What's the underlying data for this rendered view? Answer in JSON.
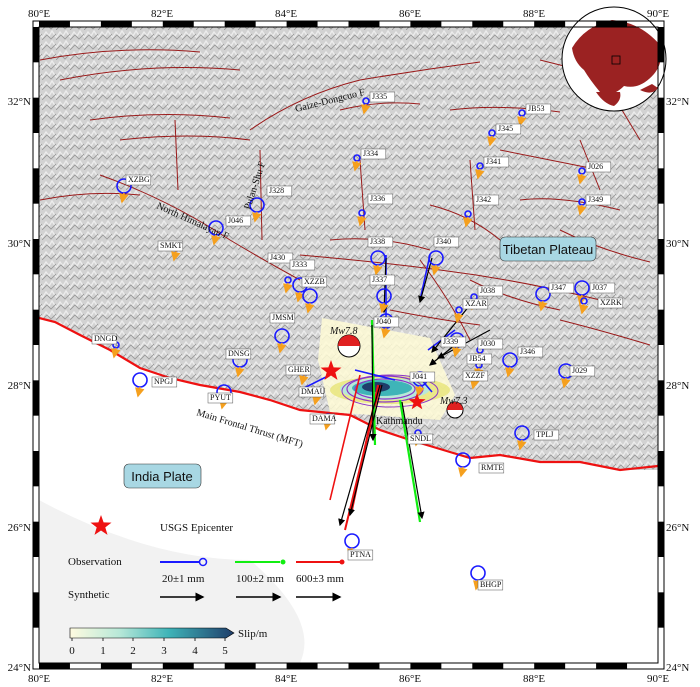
{
  "axes": {
    "lon_ticks": [
      "80°E",
      "82°E",
      "84°E",
      "86°E",
      "88°E",
      "90°E"
    ],
    "lat_ticks": [
      "32°N",
      "30°N",
      "28°N",
      "26°N",
      "24°N"
    ]
  },
  "regions": {
    "tibet": "Tibetan Plateau",
    "india": "India Plate"
  },
  "faults": {
    "gaize": "Gaize-Dongcuo F",
    "north_himalayan": "North Himalayan F",
    "pulan": "Pulan-Shu F",
    "mft": "Main Frontal Thrust (MFT)"
  },
  "places": {
    "kathmandu": "Kathmandu",
    "m78": "Mw7.8",
    "m73": "Mw7.3"
  },
  "stations": [
    {
      "id": "J335"
    },
    {
      "id": "JB53"
    },
    {
      "id": "J345"
    },
    {
      "id": "J334"
    },
    {
      "id": "J341"
    },
    {
      "id": "J026"
    },
    {
      "id": "XZBG"
    },
    {
      "id": "J328"
    },
    {
      "id": "J336"
    },
    {
      "id": "J342"
    },
    {
      "id": "J349"
    },
    {
      "id": "J046"
    },
    {
      "id": "SMKT"
    },
    {
      "id": "J338"
    },
    {
      "id": "J340"
    },
    {
      "id": "J430"
    },
    {
      "id": "J333"
    },
    {
      "id": "XZZB"
    },
    {
      "id": "J337"
    },
    {
      "id": "J347"
    },
    {
      "id": "J037"
    },
    {
      "id": "XZRK"
    },
    {
      "id": "J038"
    },
    {
      "id": "XZAR"
    },
    {
      "id": "JMSM"
    },
    {
      "id": "J040"
    },
    {
      "id": "DNGD"
    },
    {
      "id": "J339"
    },
    {
      "id": "J030"
    },
    {
      "id": "J346"
    },
    {
      "id": "JB54"
    },
    {
      "id": "XZZF"
    },
    {
      "id": "DNSG"
    },
    {
      "id": "GHER"
    },
    {
      "id": "J041"
    },
    {
      "id": "J029"
    },
    {
      "id": "NPGJ"
    },
    {
      "id": "PYUT"
    },
    {
      "id": "DMAU"
    },
    {
      "id": "DAMA"
    },
    {
      "id": "SNDL"
    },
    {
      "id": "TPLJ"
    },
    {
      "id": "RMTE"
    },
    {
      "id": "PTNA"
    },
    {
      "id": "BHGP"
    }
  ],
  "legend": {
    "epicenter": "USGS Epicenter",
    "observation": "Observation",
    "synthetic": "Synthetic",
    "scale_blue": "20±1 mm",
    "scale_green": "100±2 mm",
    "scale_red": "600±3 mm",
    "slip_label": "Slip/m",
    "slip_ticks": [
      "0",
      "1",
      "2",
      "3",
      "4",
      "5"
    ]
  },
  "colors": {
    "fault": "#9b1c1c",
    "mft": "#ee1111",
    "obs_small": "#1a1aff",
    "obs_mid": "#11ee11",
    "obs_large": "#ee1111",
    "synthetic": "#000000",
    "epicenter": "#ee1111",
    "tibet_box": "#a8d7e3",
    "uplift_arrow": "#f5a01e"
  }
}
